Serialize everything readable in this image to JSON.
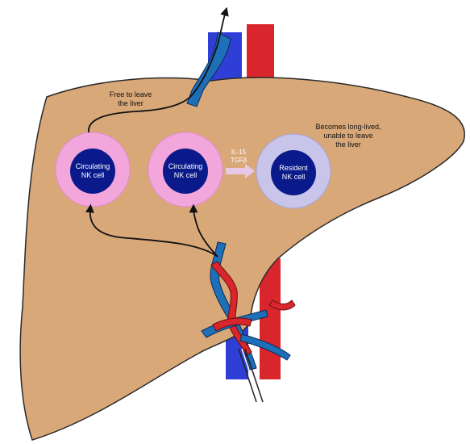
{
  "diagram": {
    "colors": {
      "liver": "#d9a879",
      "liver_outline": "#2a2a2a",
      "vein": "#2f3fd6",
      "vein_dark": "#1d6fb8",
      "artery": "#d8262c",
      "circulating_outer": "#f2a6dc",
      "circulating_nucleus": "#0a1a8a",
      "resident_outer": "#c9c4ea",
      "resident_nucleus": "#0a1a8a",
      "arrow": "#111111",
      "cytokine_arrow": "#e8c8e6"
    },
    "labels": {
      "free_line1": "Free to leave",
      "free_line2": "the liver",
      "long_line1": "Becomes long-lived,",
      "long_line2": "unable to leave",
      "long_line3": "the liver",
      "cytokine_line1": "IL-15",
      "cytokine_line2": "TGFβ"
    },
    "cells": [
      {
        "type": "circulating",
        "line1": "Circulating",
        "line2": "NK cell"
      },
      {
        "type": "circulating",
        "line1": "Circulating",
        "line2": "NK cell"
      },
      {
        "type": "resident",
        "line1": "Resident",
        "line2": "NK cell"
      }
    ]
  }
}
